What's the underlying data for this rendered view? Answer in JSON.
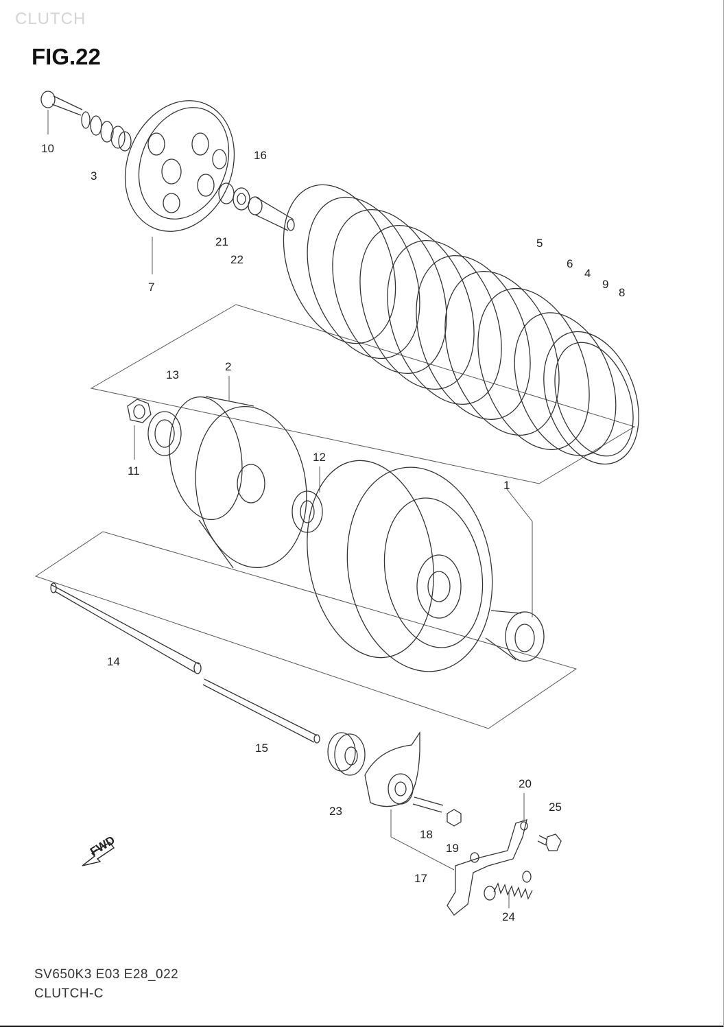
{
  "header": {
    "section_title": "CLUTCH",
    "figure_number": "FIG.22"
  },
  "footer": {
    "drawing_code": "SV650K3 E03 E28_022",
    "sub_title": "CLUTCH-C"
  },
  "direction_marker": {
    "text": "FWD",
    "icon": "forward-arrow-icon"
  },
  "callouts": [
    {
      "id": "1",
      "text": "1"
    },
    {
      "id": "2",
      "text": "2"
    },
    {
      "id": "3",
      "text": "3"
    },
    {
      "id": "4",
      "text": "4"
    },
    {
      "id": "5",
      "text": "5"
    },
    {
      "id": "6",
      "text": "6"
    },
    {
      "id": "7",
      "text": "7"
    },
    {
      "id": "8",
      "text": "8"
    },
    {
      "id": "9",
      "text": "9"
    },
    {
      "id": "10",
      "text": "10"
    },
    {
      "id": "11",
      "text": "11"
    },
    {
      "id": "12",
      "text": "12"
    },
    {
      "id": "13",
      "text": "13"
    },
    {
      "id": "14",
      "text": "14"
    },
    {
      "id": "15",
      "text": "15"
    },
    {
      "id": "16",
      "text": "16"
    },
    {
      "id": "17",
      "text": "17"
    },
    {
      "id": "18",
      "text": "18"
    },
    {
      "id": "19",
      "text": "19"
    },
    {
      "id": "20",
      "text": "20"
    },
    {
      "id": "21",
      "text": "21"
    },
    {
      "id": "22",
      "text": "22"
    },
    {
      "id": "23",
      "text": "23"
    },
    {
      "id": "24",
      "text": "24"
    },
    {
      "id": "25",
      "text": "25"
    }
  ]
}
